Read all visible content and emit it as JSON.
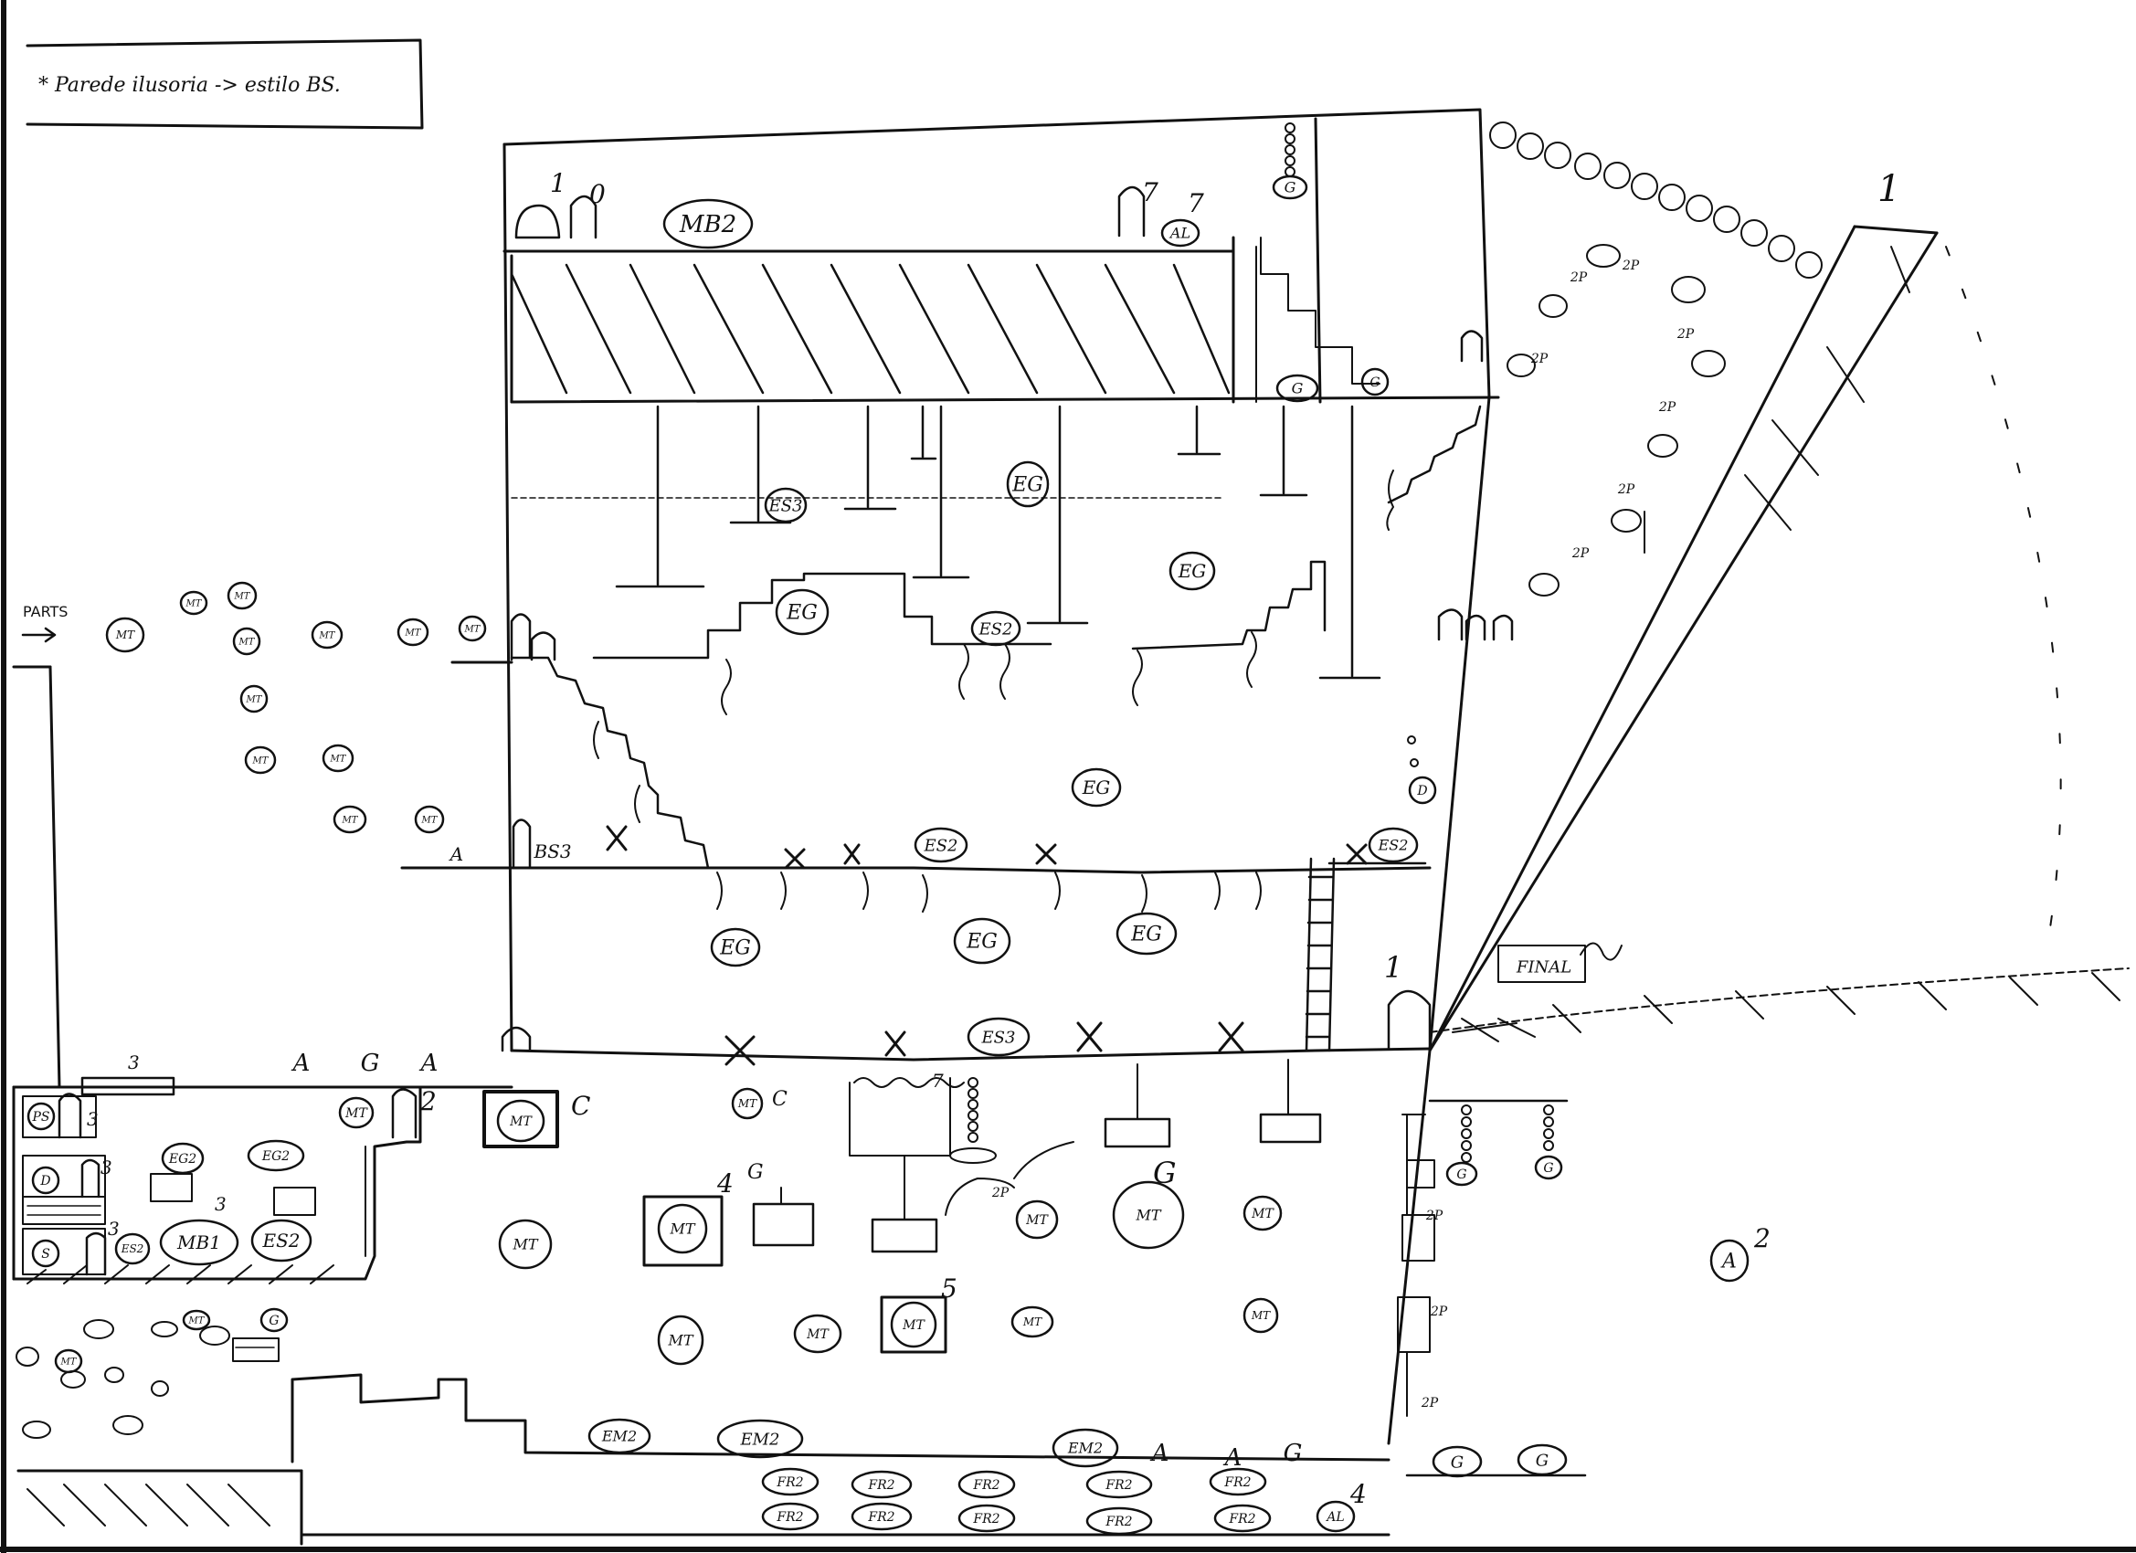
{
  "note": {
    "text": "* Parede ilusoria -> estilo BS."
  },
  "start": {
    "label": "PARTS"
  },
  "numbers": {
    "n1_top": "1",
    "n0_top": "0",
    "n7_a": "7",
    "n7_b": "7",
    "n1_right": "1",
    "n1_mid": "1",
    "n2_right": "2",
    "n3_bar": "3",
    "n2_hut": "2",
    "n3_ps": "3",
    "n3_d": "3",
    "n3_s": "3",
    "n3_mb": "3",
    "n4": "4",
    "n5": "5",
    "n7_c": "7",
    "n4_bottom": "4",
    "c1": "C",
    "c2": "C",
    "g_big": "G",
    "g4": "G"
  },
  "labels": {
    "mb2": "MB2",
    "mb1": "MB1",
    "es3": "ES3",
    "es2": "ES2",
    "eg": "EG",
    "eg2": "EG2",
    "mt": "MT",
    "g": "G",
    "a": "A",
    "al": "AL",
    "d": "D",
    "s": "S",
    "ps": "PS",
    "em2": "EM2",
    "fr2": "FR2",
    "final": "FINAL",
    "two_p": "2P",
    "bs3": "BS3",
    "x": "X"
  },
  "colors": {
    "ink": "#111111",
    "paper": "#ffffff"
  }
}
